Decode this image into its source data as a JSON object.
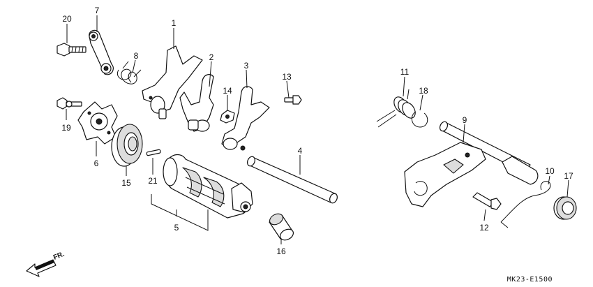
{
  "diagram": {
    "callouts": [
      "1",
      "2",
      "3",
      "4",
      "5",
      "6",
      "7",
      "8",
      "9",
      "10",
      "11",
      "12",
      "13",
      "14",
      "15",
      "16",
      "17",
      "18",
      "19",
      "20",
      "21"
    ],
    "direction_label": "FR.",
    "part_code": "MK23-E1500"
  }
}
